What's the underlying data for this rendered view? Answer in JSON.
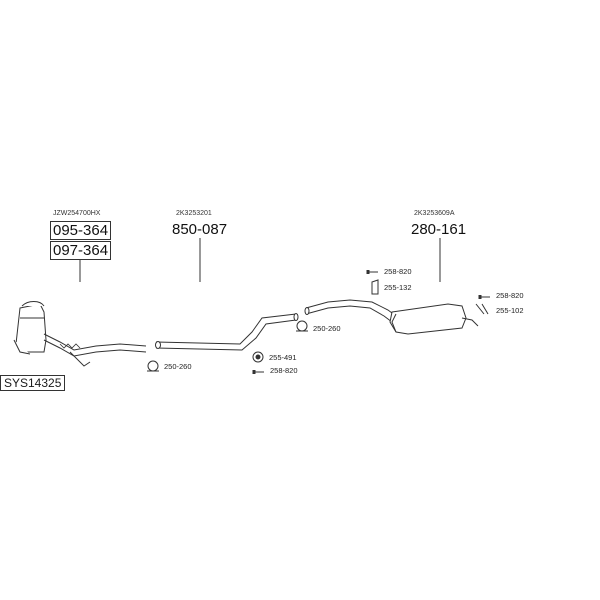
{
  "groups": [
    {
      "oe": "JZW254700HX",
      "parts": [
        "095-364",
        "097-364"
      ]
    },
    {
      "oe": "2K3253201",
      "parts": [
        "850-087"
      ]
    },
    {
      "oe": "2K3253609A",
      "parts": [
        "280-161"
      ]
    }
  ],
  "accessories": {
    "a1": "250-260",
    "a2": "255-491",
    "a3": "258-820",
    "a4": "250-260",
    "a5": "258-820",
    "a6": "255-132",
    "a7": "258-820",
    "a8": "255-102"
  },
  "system_code": "SYS14325"
}
